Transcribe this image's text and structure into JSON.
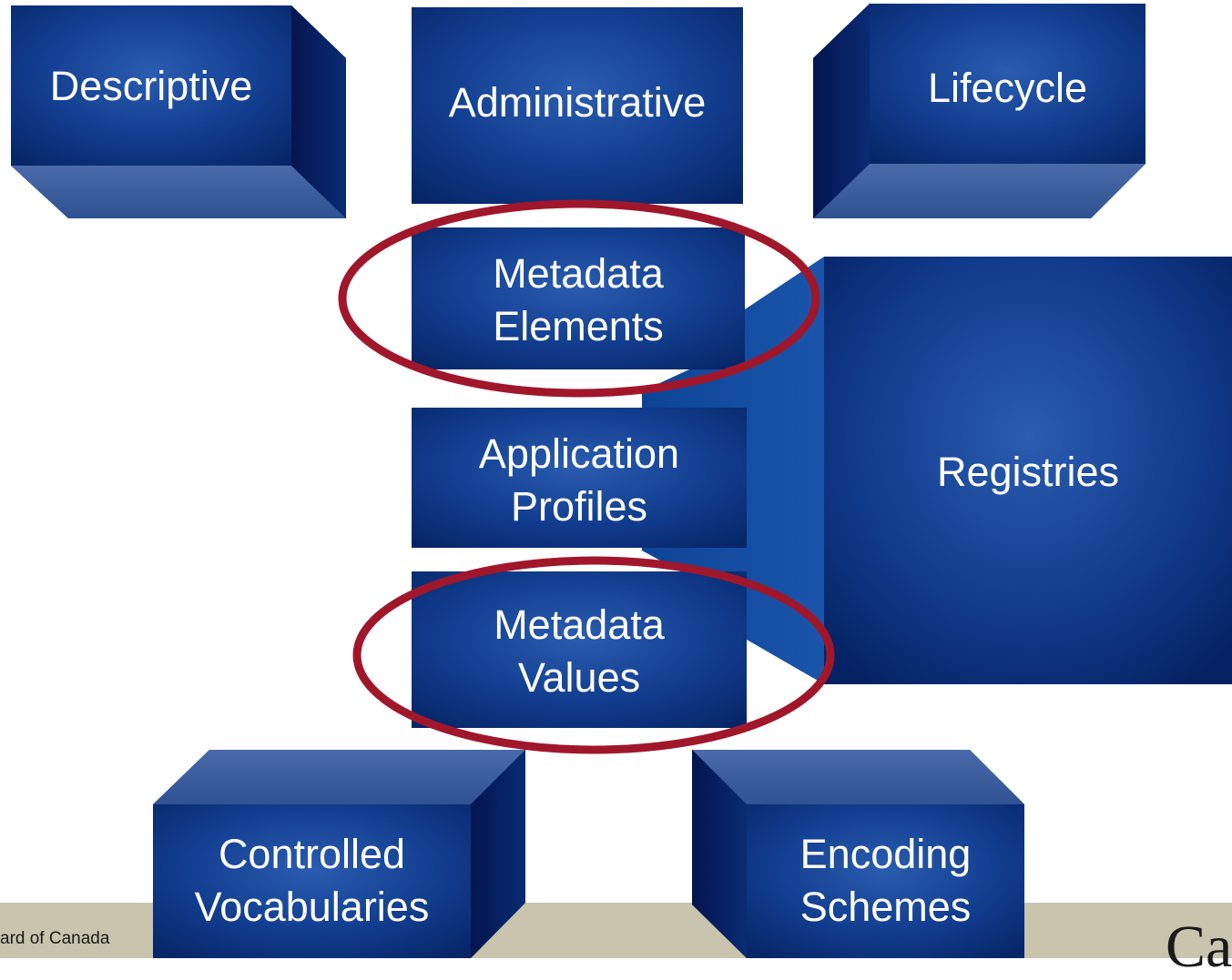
{
  "diagram": {
    "boxes": {
      "descriptive": "Descriptive",
      "administrative": "Administrative",
      "lifecycle": "Lifecycle",
      "metadata_elements": [
        "Metadata",
        "Elements"
      ],
      "application_profiles": [
        "Application",
        "Profiles"
      ],
      "metadata_values": [
        "Metadata",
        "Values"
      ],
      "registries": "Registries",
      "controlled_vocabularies": [
        "Controlled",
        "Vocabularies"
      ],
      "encoding_schemes": [
        "Encoding",
        "Schemes"
      ]
    },
    "highlighted": [
      "Metadata Elements",
      "Metadata Values"
    ]
  },
  "footer": {
    "org_text": "ard of Canada",
    "wordmark": "Ca"
  },
  "colors": {
    "box_navy": "#0a2e7e",
    "box_light": "#1e4fa3",
    "box_dark": "#04175a",
    "face_light": "#3c5f9e",
    "highlight_ring": "#a0172b",
    "footer_band": "#c8c4ad"
  }
}
